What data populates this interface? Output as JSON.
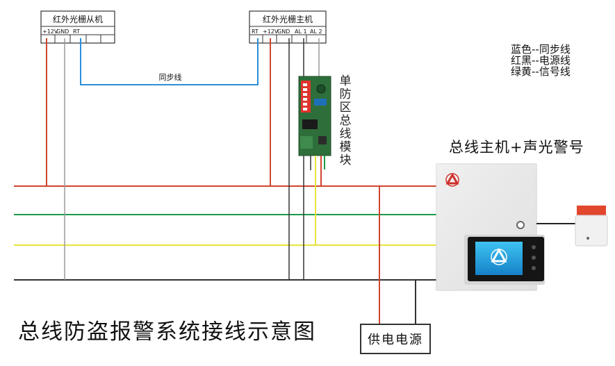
{
  "slave": {
    "title": "红外光栅从机",
    "pins": [
      "+12V",
      "GND",
      "RT"
    ]
  },
  "master": {
    "title": "红外光栅主机",
    "pins": [
      "RT",
      "+12V",
      "GND",
      "AL 1",
      "AL 2"
    ]
  },
  "sync_label": "同步线",
  "legend": {
    "line1": "蓝色--同步线",
    "line2": "红黑--电源线",
    "line3": "绿黄--信号线"
  },
  "module_label": "单防区总线模块",
  "host_title": "总线主机+声光警号",
  "psu_label": "供电电源",
  "diagram_title": "总线防盗报警系统接线示意图",
  "colors": {
    "sync": "#2a8fd6",
    "power_red": "#d0452f",
    "power_black": "#333333",
    "signal_green": "#1a9a4a",
    "signal_yellow": "#e8e43a",
    "grey_wire": "#9a9a9a"
  }
}
